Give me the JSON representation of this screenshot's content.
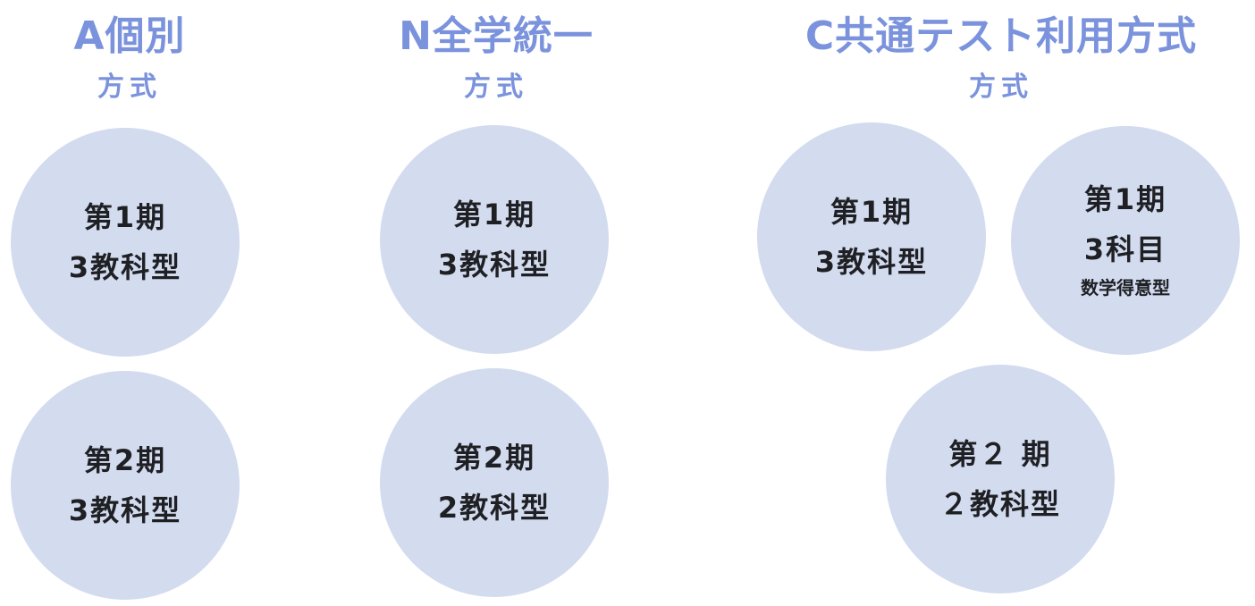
{
  "columns": [
    {
      "title": "A個別",
      "subtitle": "方式",
      "circles": [
        {
          "line1": "第1期",
          "line2": "3教科型"
        },
        {
          "line1": "第2期",
          "line2": "3教科型"
        }
      ]
    },
    {
      "title": "N全学統一",
      "subtitle": "方式",
      "circles": [
        {
          "line1": "第1期",
          "line2": "3教科型"
        },
        {
          "line1": "第2期",
          "line2": "2教科型"
        }
      ]
    },
    {
      "title": "C共通テスト利用方式",
      "subtitle": "方式",
      "circles": [
        {
          "line1": "第1期",
          "line2": "3教科型"
        },
        {
          "line1": "第1期",
          "line2": "3科目",
          "line3": "数学得意型"
        },
        {
          "line1": "第２ 期",
          "line2": "２教科型"
        }
      ]
    }
  ],
  "colors": {
    "heading": "#7b93dd",
    "circle_fill": "#d3dbef",
    "circle_text": "#1f2024",
    "background": "#ffffff"
  }
}
